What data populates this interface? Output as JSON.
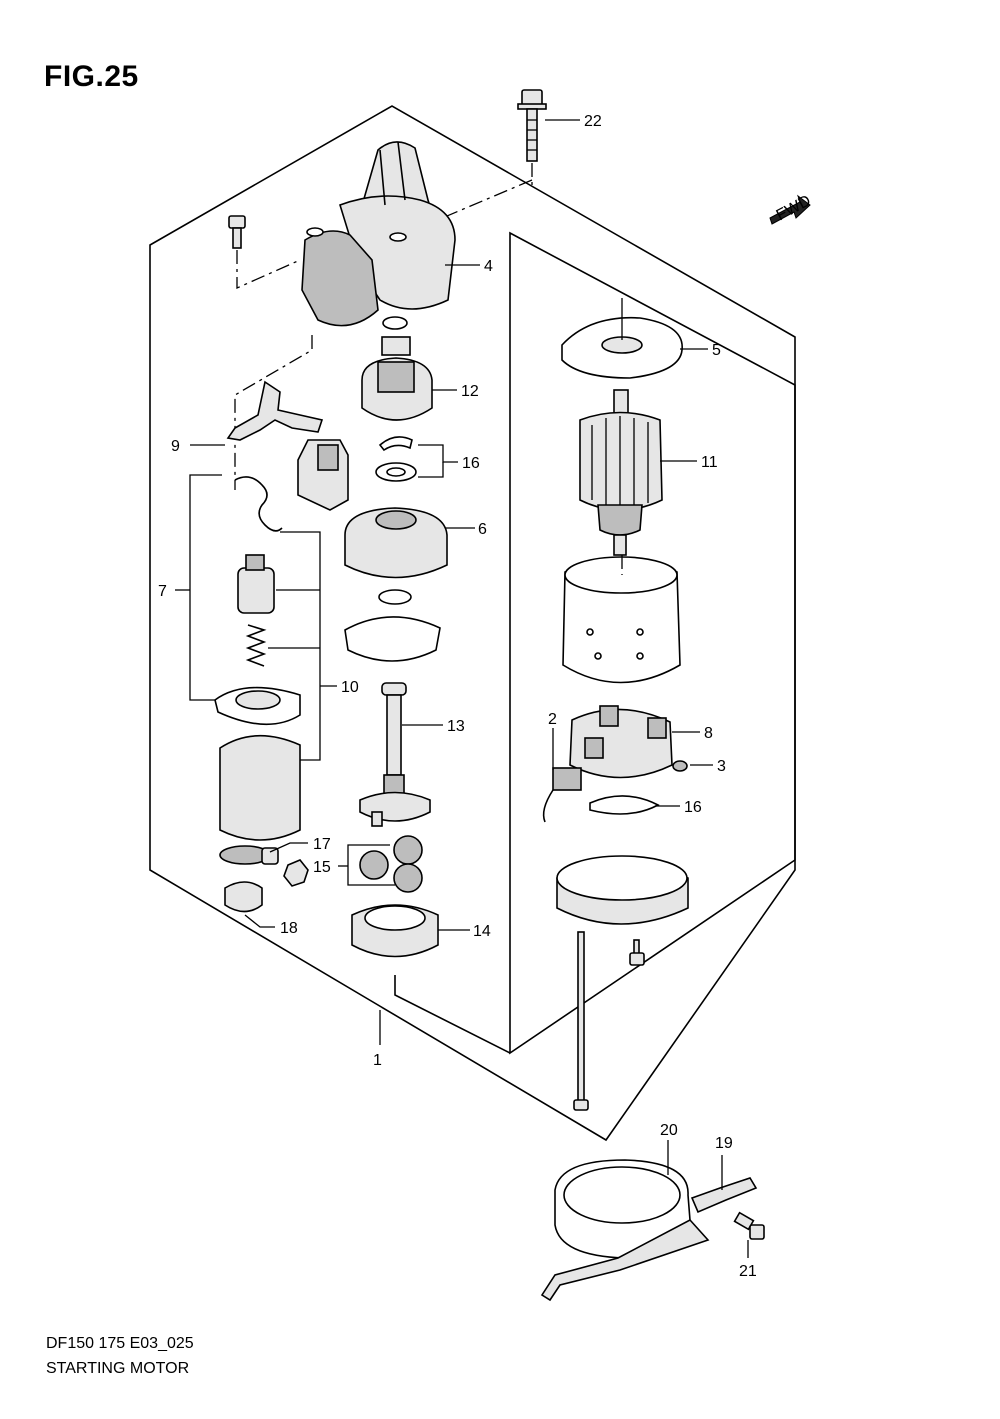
{
  "figure": {
    "title": "FIG.25",
    "code": "DF150 175 E03_025",
    "caption": "STARTING MOTOR",
    "direction_badge": "FWD"
  },
  "callouts": {
    "c1": "1",
    "c2": "2",
    "c3": "3",
    "c4": "4",
    "c5": "5",
    "c6": "6",
    "c7": "7",
    "c8": "8",
    "c9": "9",
    "c10": "10",
    "c11": "11",
    "c12": "12",
    "c13": "13",
    "c14": "14",
    "c15": "15",
    "c16a": "16",
    "c16b": "16",
    "c17": "17",
    "c18": "18",
    "c19": "19",
    "c20": "20",
    "c21": "21",
    "c22": "22"
  }
}
